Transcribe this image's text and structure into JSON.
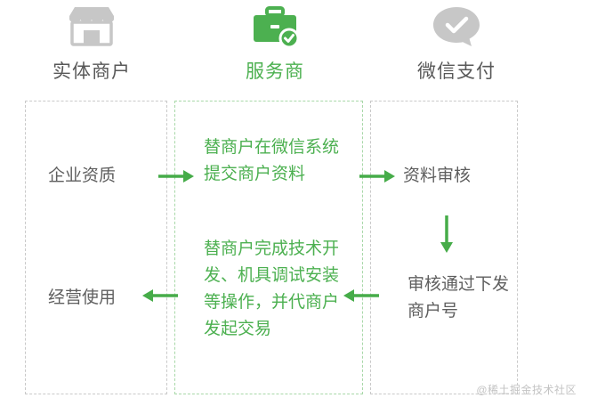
{
  "columns": [
    {
      "id": "merchant",
      "label": "实体商户",
      "icon": "storefront-icon",
      "color": "#585858"
    },
    {
      "id": "provider",
      "label": "服务商",
      "icon": "briefcase-check-icon",
      "color": "#4cb050"
    },
    {
      "id": "wechatpay",
      "label": "微信支付",
      "icon": "speech-bubble-check-icon",
      "color": "#585858"
    }
  ],
  "nodes": {
    "qualification": "企业资质",
    "submit": "替商户在微信系统提交商户资料",
    "audit": "资料审核",
    "development": "替商户完成技术开发、机具调试安装等操作，并代商户发起交易",
    "approved": "审核通过下发商户号",
    "operate": "经营使用"
  },
  "arrows": [
    {
      "id": "arrow-qualification-to-submit",
      "direction": "right"
    },
    {
      "id": "arrow-submit-to-audit",
      "direction": "right"
    },
    {
      "id": "arrow-audit-to-approved",
      "direction": "down"
    },
    {
      "id": "arrow-approved-to-development",
      "direction": "left"
    },
    {
      "id": "arrow-development-to-operate",
      "direction": "left"
    }
  ],
  "colors": {
    "green": "#4cb050",
    "arrow_green": "#46ac49",
    "dashed_gray": "#c9c9c9",
    "dashed_green": "#a8d8a8",
    "text_gray": "#5f5f5f",
    "watermark": "#c3c3c3"
  },
  "watermark": "@稀土掘金技术社区"
}
